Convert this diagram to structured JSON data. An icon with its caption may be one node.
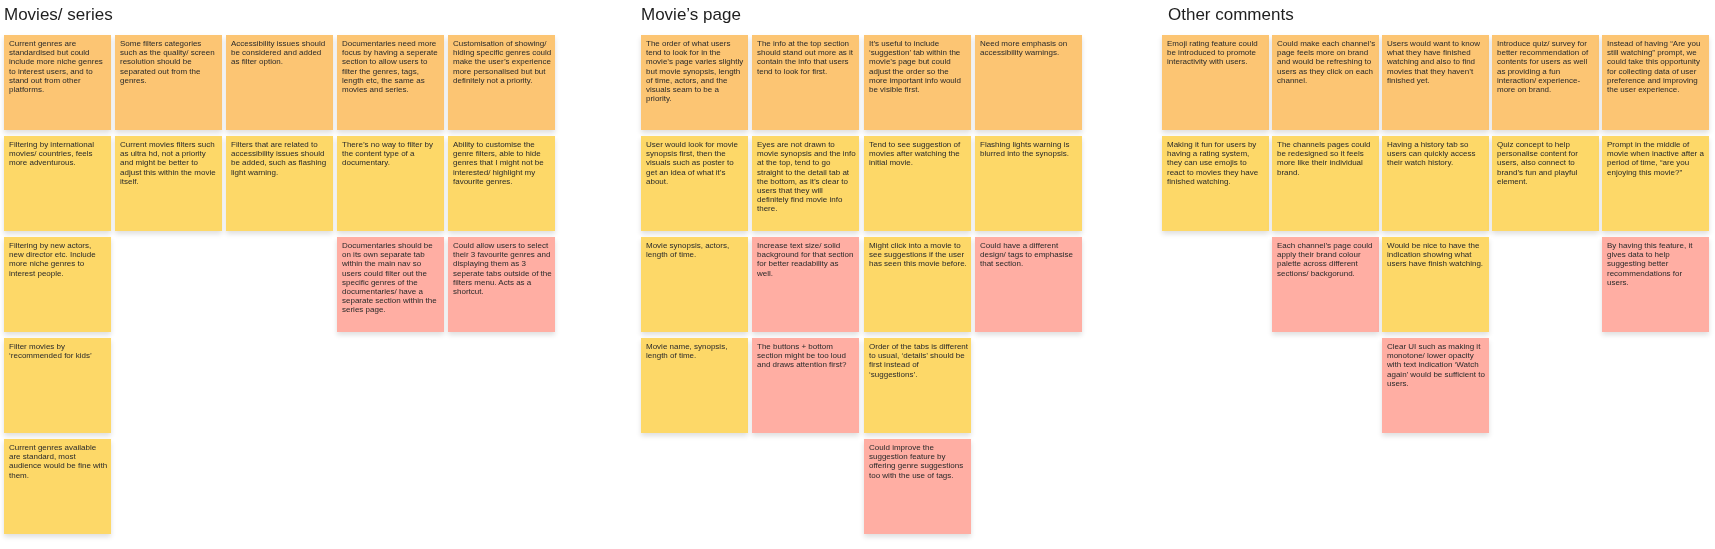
{
  "diagram": {
    "nodes": [
      {
        "text": [
          "Current genres are standardised but could include more niche genres to interest users, and to stand out from other platforms."
        ]
      },
      {
        "text": [
          "Filtering by international movies/ countries, feels more adventurous."
        ]
      },
      {
        "text": [
          "Filtering by new actors, new director etc. Include more niche genres to interest people."
        ]
      },
      {
        "text": [
          "Filter movies by ‘recommended for kids’"
        ]
      },
      {
        "text": [
          "Current genres available are standard, most audience would be fine with them."
        ]
      },
      {
        "text": [
          "Some filters categories such as the quality/ screen resolution should be separated out from the genres."
        ]
      },
      {
        "text": [
          "Current movies filters such as ultra hd, not a priority and might be better to adjust this within the movie itself."
        ]
      },
      {
        "text": [
          "Accessibility issues should be considered and added as filter option."
        ]
      },
      {
        "text": [
          "Filters that are related to accessibility issues should be added, such as flashing light warning."
        ]
      },
      {
        "text": [
          "Documentaries need more focus by having a seperate section to allow users to filter the genres, tags, length etc, the same as movies and series."
        ]
      },
      {
        "text": [
          "There’s no way to filter by the content type of a documentary."
        ]
      },
      {
        "text": [
          "Documentaries should be on its own separate tab within the main nav so users could filter out the specific genres of the documentaries/ have a separate section within the series page."
        ]
      },
      {
        "text": [
          "Customisation of showing/ hiding specific genres could make the user’s experience more personalised but but definitely not a priority."
        ]
      },
      {
        "text": [
          "Ability to customise the genre filters, able to hide genres that I might not be interested/ highlight my favourite genres."
        ]
      },
      {
        "text": [
          "Could allow users to select their 3 favourite genres and displaying them as 3 seperate tabs outside of the filters menu. Acts as a shortcut."
        ]
      },
      {
        "text": [
          "The order of what users tend to look for in the movie’s page varies slightly but movie synopsis, length of time, actors, and the visuals seam to be a priority."
        ]
      },
      {
        "text": [
          "User would look for movie synopsis first, then the visuals such as poster to get an idea of what it’s about."
        ]
      },
      {
        "text": [
          "Movie synopsis, actors, length of time."
        ]
      },
      {
        "text": [
          "Movie name, synopsis, length of time."
        ]
      },
      {
        "text": [
          "The info at the top section should stand out more as it contain the info that users tend to look for first."
        ]
      },
      {
        "text": [
          "Eyes are not drawn to movie synopsis and the info at the top, tend to go straight to the detail tab at the bottom, as it’s clear to users that they will definitely find movie info there."
        ]
      },
      {
        "text": [
          "Increase text size/ solid background for that section for better readability as well."
        ]
      },
      {
        "text": [
          "The buttons + bottom section might be too loud and draws attention first?"
        ]
      },
      {
        "text": [
          "It’s useful to include ‘suggestion’ tab within the movie’s page but could adjust the order so the more important info would be visible first."
        ]
      },
      {
        "text": [
          "Tend to see suggestion of movies after watching the initial movie."
        ]
      },
      {
        "text": [
          "Might click into a movie to see suggestions if the user has seen this movie before."
        ]
      },
      {
        "text": [
          "Order of the tabs is different to usual, ‘details’ should be first instead of ‘suggestions’."
        ]
      },
      {
        "text": [
          "Could improve the suggestion feature by offering genre suggestions too with the use of tags."
        ]
      },
      {
        "text": [
          "Need more emphasis on accessibility warnings."
        ]
      },
      {
        "text": [
          "Flashing lights warning is blurred into the synopsis."
        ]
      },
      {
        "text": [
          "Could have a different design/ tags to emphasise that section."
        ]
      },
      {
        "text": [
          "Emoji rating feature could be introduced to promote interactivity with users."
        ]
      },
      {
        "text": [
          "Making it fun for users by having a rating system, they can use emojis to react to movies they have finished watching."
        ]
      },
      {
        "text": [
          "Could make each channel’s page feels more on brand and would be refreshing to users as they click on each channel."
        ]
      },
      {
        "text": [
          "The channels pages could be redesigned so it feels more like their individual brand."
        ]
      },
      {
        "text": [
          "Each channel’s page could apply their brand colour palette across different sections/ backgorund."
        ]
      },
      {
        "text": [
          "Users would want to know what they have finished watching and also to find movies that they haven’t finished yet."
        ]
      },
      {
        "text": [
          "Having a history tab so users can quickly access their watch history."
        ]
      },
      {
        "text": [
          "Would be nice to have the indication showing what users have finish watching."
        ]
      },
      {
        "text": [
          "Clear UI such as making it monotone/ lower opacity with text indication ‘Watch again’ would be sufficient to users."
        ]
      },
      {
        "text": [
          "Introduce quiz/ survey for better recommendation of contents for users as well as providing a fun interaction/ experience- more on brand."
        ]
      },
      {
        "text": [
          "Quiz concept to help personalise content for users, also connect to brand’s fun and playful element."
        ]
      },
      {
        "text": [
          "Instead of having “Are you still watching” prompt, we could take this opportunity for collecting data of user preference and improving the user experience."
        ]
      },
      {
        "text": [
          "Prompt in the middle of movie when inactive after a period of time, “are you enjoying this movie?”"
        ]
      },
      {
        "text": [
          "By having this feature, it gives data to help suggesting better recommendations for users."
        ]
      }
    ],
    "labels": [
      "Movies/ series",
      "Movie’s page",
      "Other comments"
    ]
  }
}
